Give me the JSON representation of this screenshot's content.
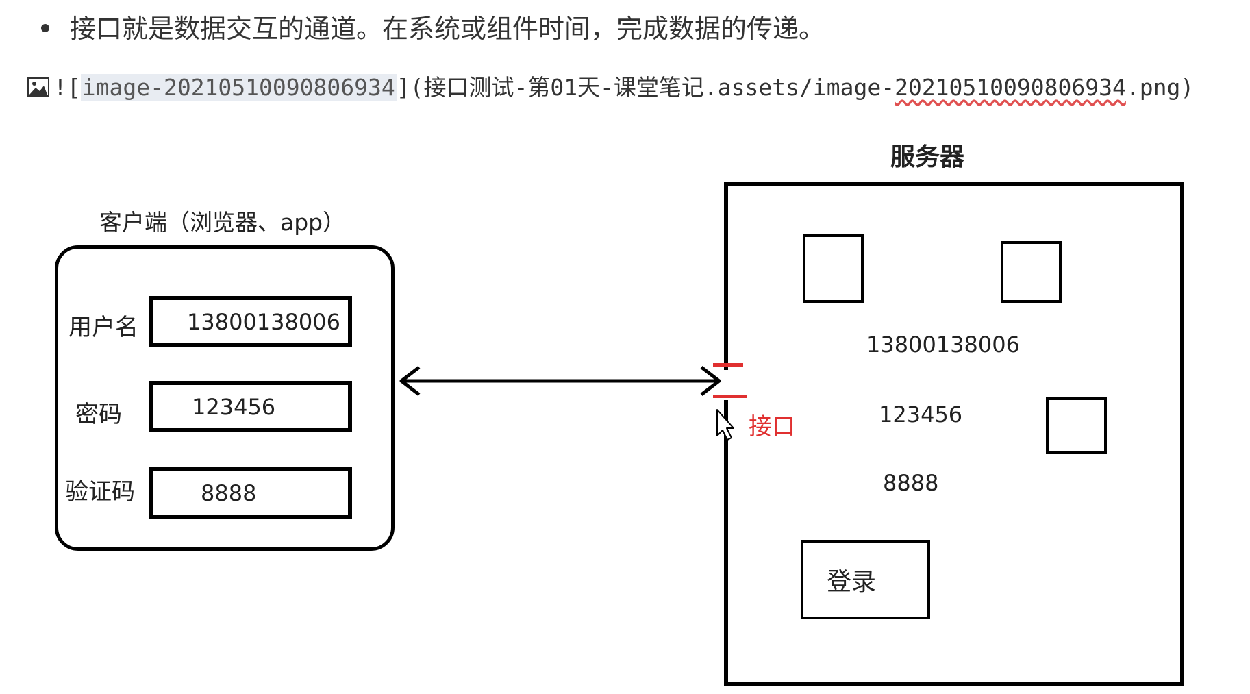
{
  "bullet_text": "接口就是数据交互的通道。在系统或组件时间，完成数据的传递。",
  "markdown_image": {
    "prefix": "![",
    "alt": "image-20210510090806934",
    "middle": "](接口测试-第01天-课堂笔记.assets/image-",
    "file_number": "20210510090806934",
    "suffix": ".png)"
  },
  "client": {
    "title": "客户端（浏览器、app）",
    "fields": [
      {
        "label": "用户名",
        "value": "13800138006"
      },
      {
        "label": "密码",
        "value": "123456"
      },
      {
        "label": "验证码",
        "value": "8888"
      }
    ]
  },
  "server": {
    "title": "服务器",
    "values": [
      "13800138006",
      "123456",
      "8888"
    ],
    "login_label": "登录"
  },
  "interface_label": "接口",
  "colors": {
    "interface": "#e03030",
    "alt_highlight": "#e8ecf2"
  },
  "icons": [
    "image-icon",
    "cursor-icon",
    "bullet-dot"
  ]
}
